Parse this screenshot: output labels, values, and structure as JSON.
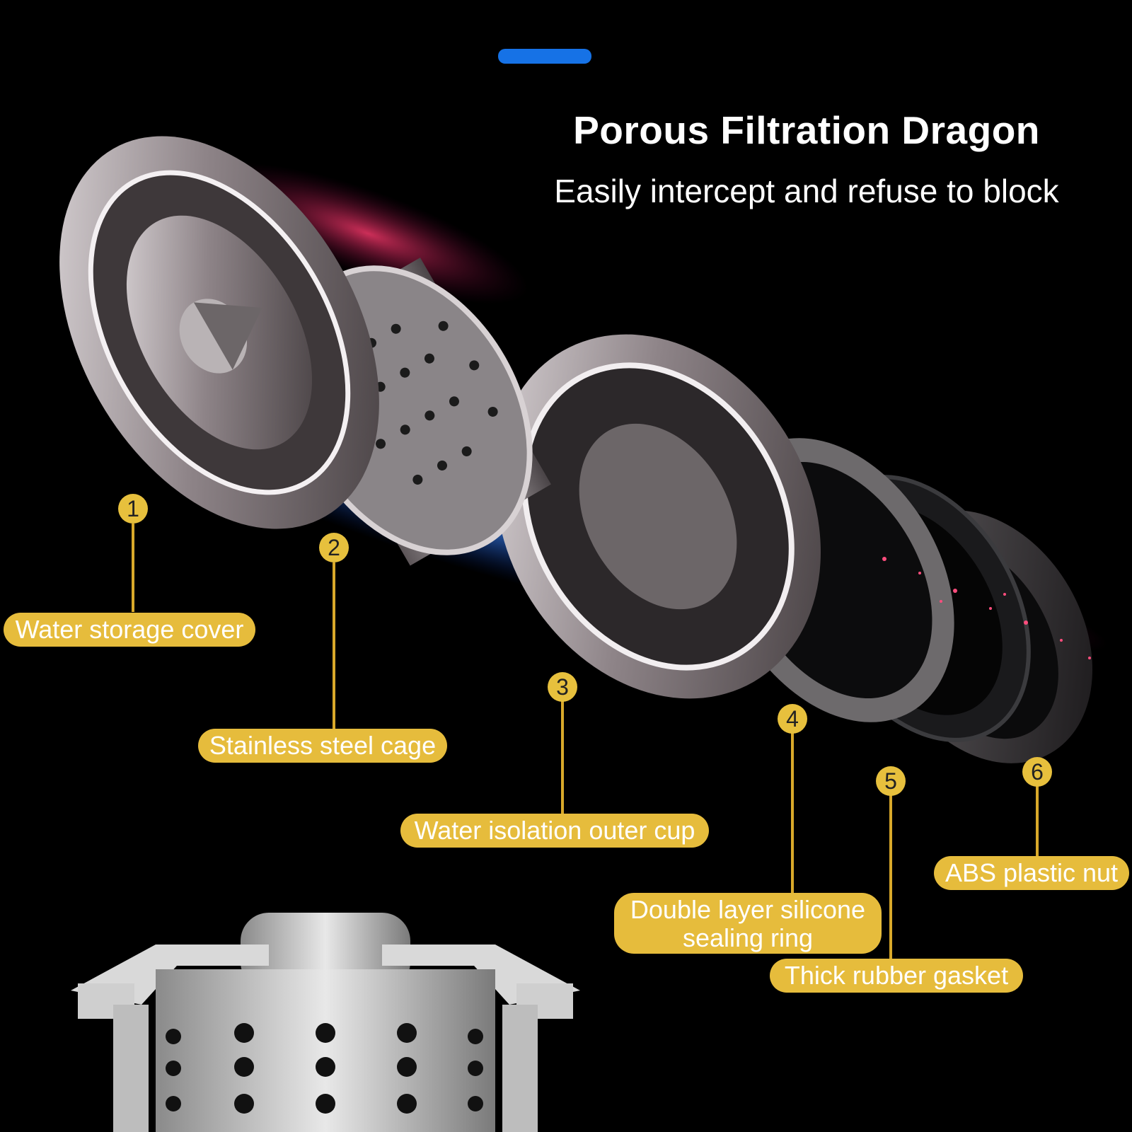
{
  "header": {
    "accent_color": "#1672e6",
    "title": "Porous Filtration Dragon",
    "subtitle": "Easily intercept and refuse to block"
  },
  "parts": [
    {
      "number": "1",
      "label": "Water storage cover"
    },
    {
      "number": "2",
      "label": "Stainless steel cage"
    },
    {
      "number": "3",
      "label": "Water isolation outer cup"
    },
    {
      "number": "4",
      "label": "Double layer silicone sealing ring"
    },
    {
      "number": "5",
      "label": "Thick rubber gasket"
    },
    {
      "number": "6",
      "label": "ABS plastic nut"
    }
  ],
  "colors": {
    "background": "#000000",
    "label_fill": "#e6bc3c",
    "label_text": "#ffffff",
    "badge_fill": "#e7c03d"
  }
}
